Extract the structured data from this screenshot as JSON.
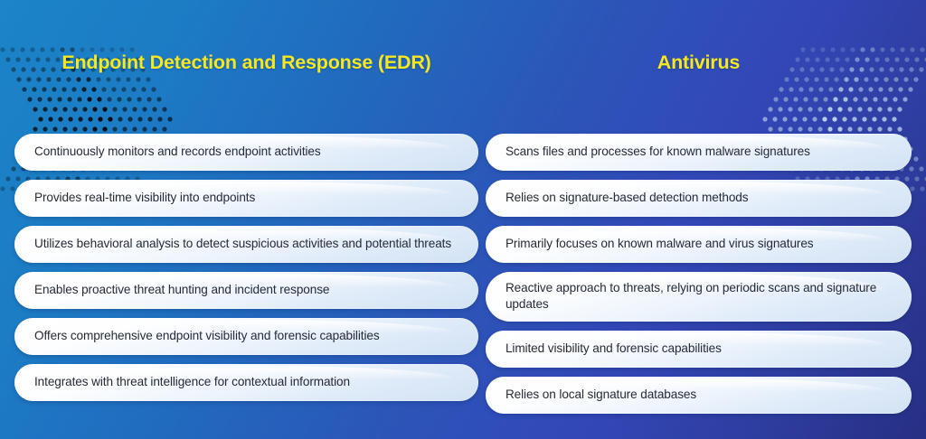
{
  "theme": {
    "background_gradient_start": "#1C84C9",
    "background_gradient_end": "#272F84",
    "heading_color": "#F6E71F",
    "pill_text_color": "#262B36",
    "pill_fill_start": "#FFFFFF",
    "pill_fill_end": "#D3E3F4",
    "decoration_dot_color": "#BFD9EF"
  },
  "columns": [
    {
      "id": "edr",
      "heading": "Endpoint Detection and Response (EDR)",
      "items": [
        "Continuously monitors and records endpoint activities",
        "Provides real-time visibility into endpoints",
        "Utilizes behavioral analysis to detect suspicious activities and potential threats",
        "Enables proactive threat hunting and incident response",
        "Offers comprehensive endpoint visibility and forensic capabilities",
        "Integrates with threat intelligence for contextual information"
      ]
    },
    {
      "id": "antivirus",
      "heading": "Antivirus",
      "items": [
        "Scans files and processes for known malware signatures",
        "Relies on signature-based detection methods",
        "Primarily focuses on known malware and virus signatures",
        "Reactive approach to threats, relying on periodic scans and signature updates",
        "Limited visibility and forensic capabilities",
        "Relies on local signature databases"
      ]
    }
  ],
  "decorations": {
    "left": "dotted-chevron-right-icon",
    "right": "dotted-chevron-left-icon"
  }
}
